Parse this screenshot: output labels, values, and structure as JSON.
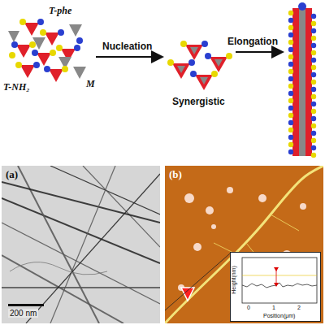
{
  "diagram": {
    "nodes": [
      {
        "text": [
          "(a)",
          "200 nm"
        ]
      },
      {
        "text": [
          "(b)"
        ]
      },
      {
        "text": [
          "Height(nm)",
          "Position(μm)",
          "0",
          "1",
          "2"
        ],
        "in": 1
      }
    ],
    "labels": [
      "T-phe",
      "T-NH₂",
      "M",
      "Nucleation",
      "Synergistic",
      "Elongation"
    ]
  }
}
